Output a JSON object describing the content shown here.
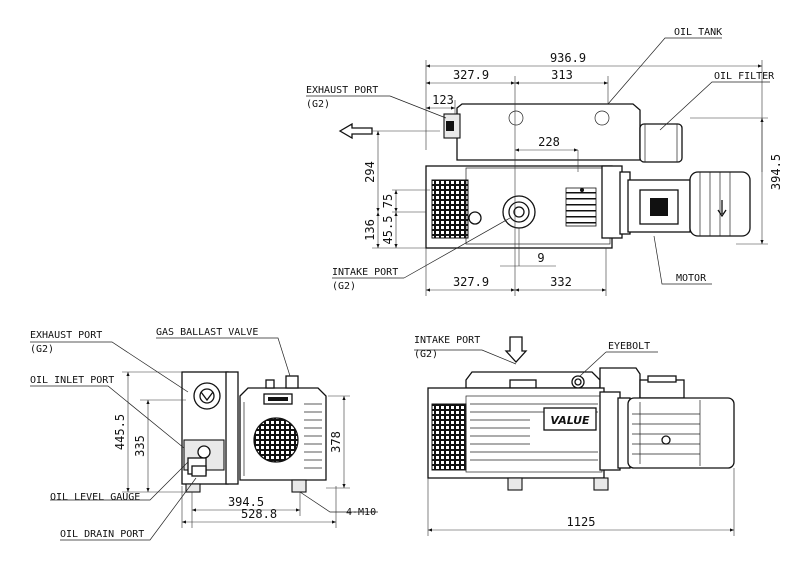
{
  "labels": {
    "oil_tank": "OIL TANK",
    "oil_filter": "OIL FILTER",
    "exhaust_port_top": "EXHAUST PORT",
    "exhaust_port_top_size": "(G2)",
    "intake_port_top": "INTAKE PORT",
    "intake_port_top_size": "(G2)",
    "motor": "MOTOR",
    "exhaust_port_left": "EXHAUST PORT",
    "exhaust_port_left_size": "(G2)",
    "gas_ballast_valve": "GAS BALLAST VALVE",
    "oil_inlet_port": "OIL INLET PORT",
    "oil_level_gauge": "OIL LEVEL GAUGE",
    "oil_drain_port": "OIL DRAIN PORT",
    "mount_bolts": "4-M10",
    "intake_port_front": "INTAKE PORT",
    "intake_port_front_size": "(G2)",
    "eyebolt": "EYEBOLT",
    "brand": "VALUE"
  },
  "dimensions": {
    "total_length_top": "936.9",
    "tank_left": "327.9",
    "tank_right": "313",
    "exhaust_offset": "123",
    "filter_span": "228",
    "height_294": "294",
    "height_75": "75",
    "height_455": "45.5",
    "height_136": "136",
    "motor_height": "394.5",
    "intake_offset": "9",
    "base_left": "327.9",
    "base_right": "332",
    "side_height_total": "445.5",
    "side_height_335": "335",
    "side_height_378": "378",
    "side_width_3945": "394.5",
    "side_width_5288": "528.8",
    "front_length": "1125"
  }
}
